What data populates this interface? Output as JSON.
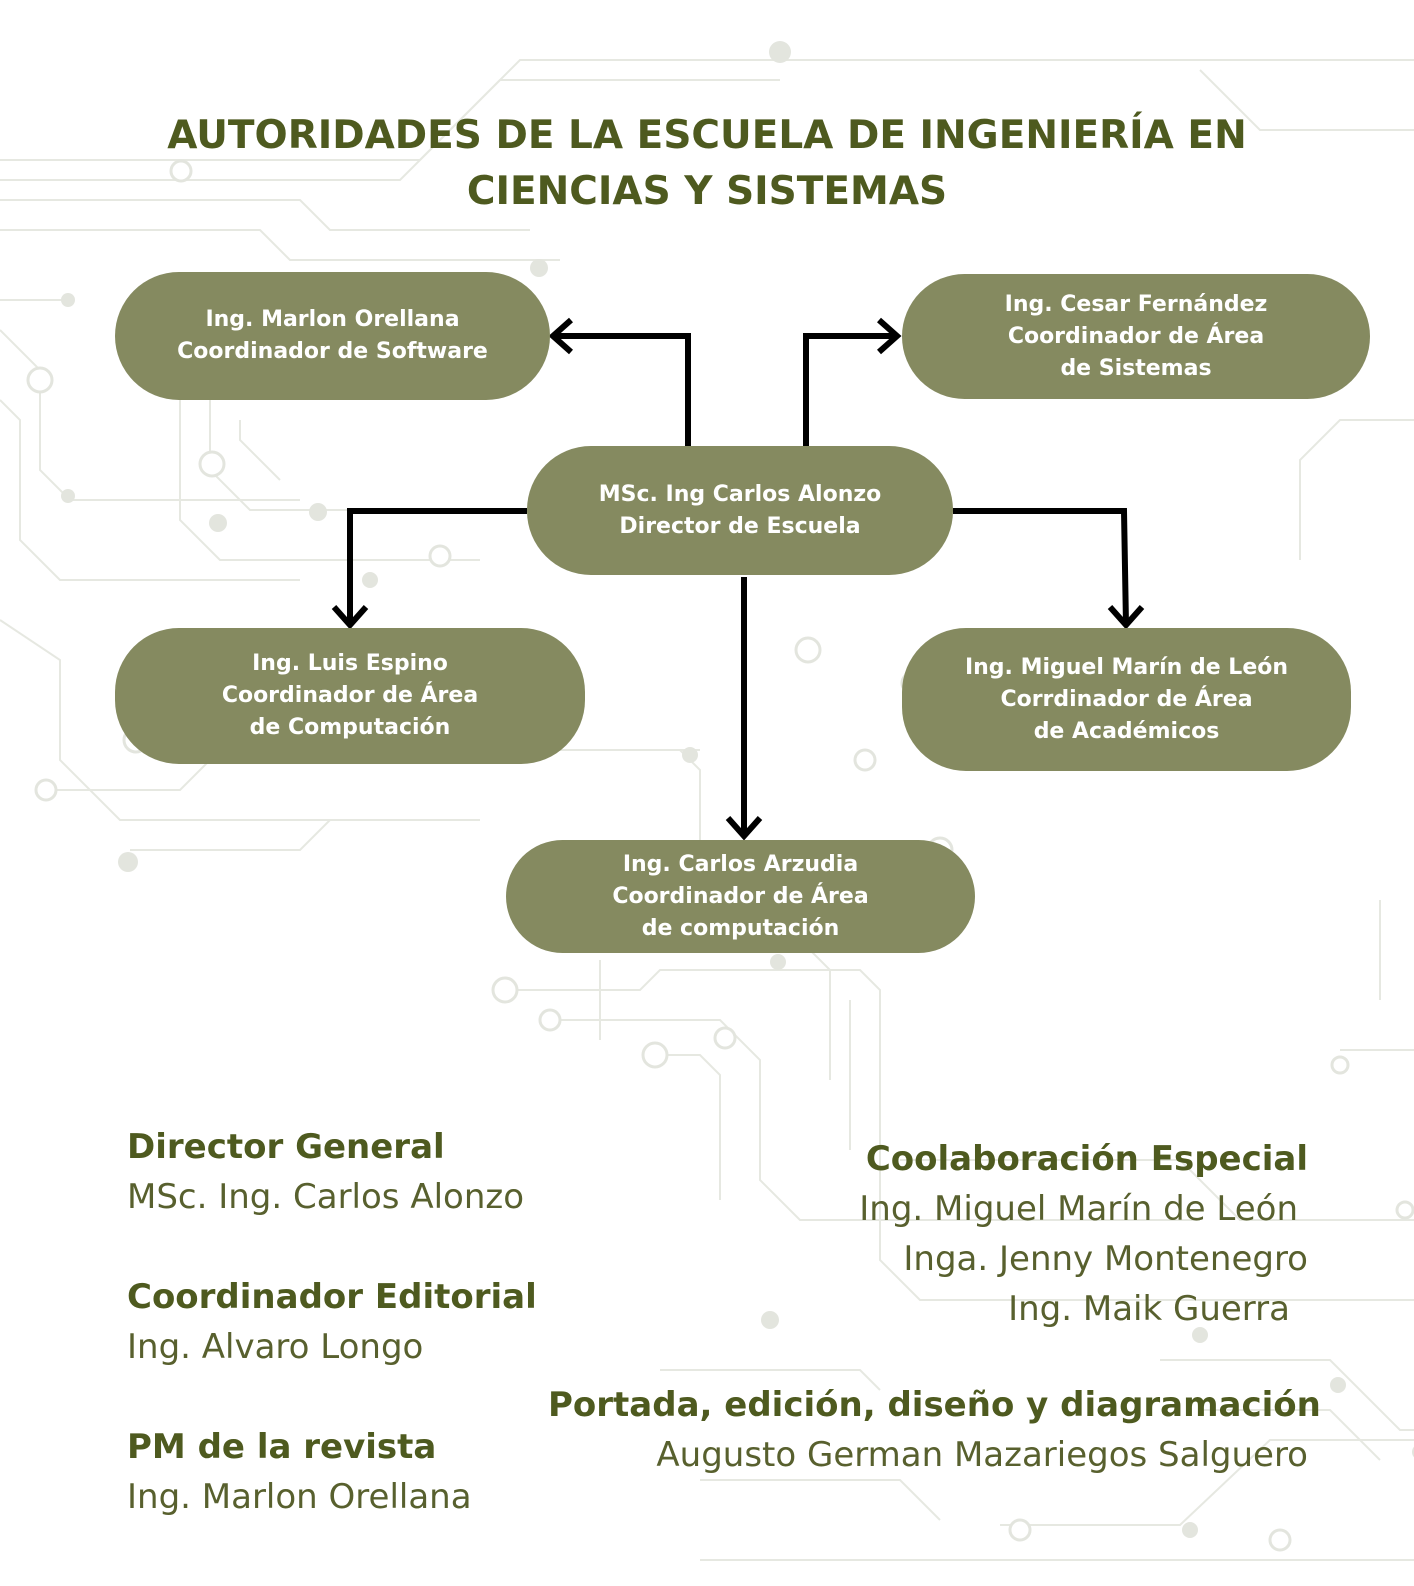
{
  "title": {
    "line1": "AUTORIDADES DE LA ESCUELA DE INGENIERÍA EN",
    "line2": "CIENCIAS Y SISTEMAS"
  },
  "nodes": {
    "director": {
      "line1": "MSc. Ing Carlos Alonzo",
      "line2": "Director de Escuela"
    },
    "software": {
      "line1": "Ing. Marlon Orellana",
      "line2": "Coordinador de Software"
    },
    "sistemas": {
      "line1": "Ing. Cesar Fernández",
      "line2": "Coordinador de Área",
      "line3": "de Sistemas"
    },
    "computacion1": {
      "line1": "Ing. Luis Espino",
      "line2": "Coordinador de Área",
      "line3": "de Computación"
    },
    "academicos": {
      "line1": "Ing. Miguel Marín de León",
      "line2": "Corrdinador de Área",
      "line3": "de Académicos"
    },
    "computacion2": {
      "line1": "Ing. Carlos Arzudia",
      "line2": "Coordinador de Área",
      "line3": "de computación"
    }
  },
  "credits_left": [
    {
      "heading": "Director General",
      "name": "MSc. Ing. Carlos Alonzo"
    },
    {
      "heading": "Coordinador Editorial",
      "name": "Ing. Alvaro Longo"
    },
    {
      "heading": "PM de la revista",
      "name": "Ing. Marlon Orellana"
    }
  ],
  "credits_right": {
    "collab_heading": "Coolaboración Especial",
    "collab_names": [
      "Ing. Miguel Marín de León",
      "Inga. Jenny Montenegro",
      "Ing. Maik Guerra"
    ],
    "design_heading": "Portada, edición, diseño y diagramación",
    "design_name": "Augusto German Mazariegos Salguero"
  },
  "colors": {
    "title": "#4e5a1f",
    "node_fill": "#858a60",
    "node_text": "#ffffff",
    "arrow": "#000000",
    "circuit": "#e4e6df"
  }
}
